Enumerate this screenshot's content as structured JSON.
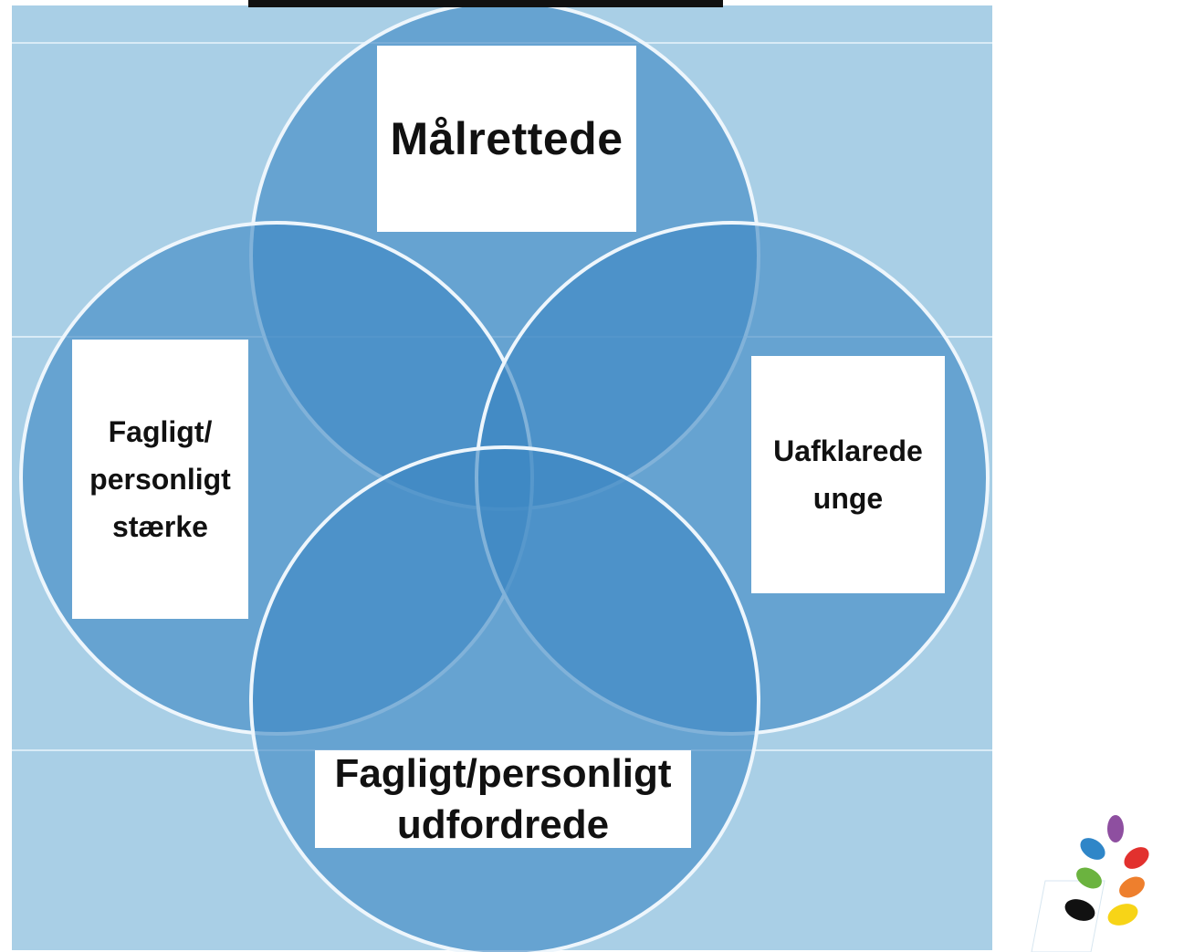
{
  "diagram": {
    "circles": [
      {
        "id": "top",
        "label_lines": [
          "Målrettede"
        ]
      },
      {
        "id": "left",
        "label_lines": [
          "Fagligt/",
          "personligt",
          "stærke"
        ]
      },
      {
        "id": "right",
        "label_lines": [
          "Uafklarede",
          "unge"
        ]
      },
      {
        "id": "bottom",
        "label_lines": [
          "Fagligt/personligt",
          "udfordrede"
        ]
      }
    ]
  },
  "colors": {
    "background": "#a9cfe6",
    "circle_fill": "#3d88c3",
    "circle_stroke": "#e9f3fb",
    "label_box": "#ffffff",
    "label_text": "#111111"
  },
  "logo": {
    "icon": "leaf-logo-icon",
    "petal_colors": [
      "#8e4fa0",
      "#2f86c8",
      "#e2312e",
      "#6bb33f",
      "#ee7f2d",
      "#111111",
      "#f7d417"
    ]
  }
}
